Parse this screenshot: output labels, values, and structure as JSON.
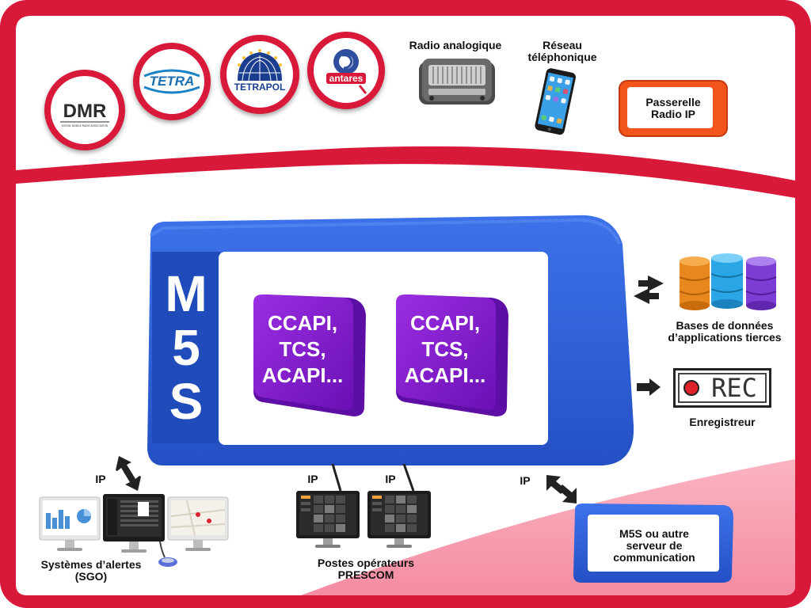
{
  "logos": {
    "dmr": {
      "name": "DMR",
      "tagline": "DIGITAL MOBILE RADIO ASSOCIATION"
    },
    "tetra": {
      "name": "TETRA"
    },
    "tetrapol": {
      "name": "TETRAPOL"
    },
    "antares": {
      "name": "antares"
    }
  },
  "top_devices": {
    "radio_label": "Radio analogique",
    "phone_label_line1": "Réseau",
    "phone_label_line2": "téléphonique",
    "gateway_line1": "Passerelle",
    "gateway_line2": "Radio IP"
  },
  "main_box": {
    "letters": [
      "M",
      "5",
      "S"
    ],
    "tile_1": [
      "CCAPI,",
      "TCS,",
      "ACAPI..."
    ],
    "tile_2": [
      "CCAPI,",
      "TCS,",
      "ACAPI..."
    ]
  },
  "right_side": {
    "databases_line1": "Bases de données",
    "databases_line2": "d’applications tierces",
    "recorder_screen": "REC",
    "recorder_label": "Enregistreur"
  },
  "bottom": {
    "ip_labels": [
      "IP",
      "IP",
      "IP",
      "IP"
    ],
    "sgo_line1": "Systèmes d’alertes",
    "sgo_line2": "(SGO)",
    "operators_line1": "Postes opérateurs",
    "operators_line2": "PRESCOM",
    "server_lines": [
      "M5S ou autre",
      "serveur de",
      "communication"
    ]
  },
  "colors": {
    "frame_red": "#d8193a",
    "blue": "#2f62d8",
    "purple": "#8a1fd0",
    "orange": "#f2541b"
  }
}
